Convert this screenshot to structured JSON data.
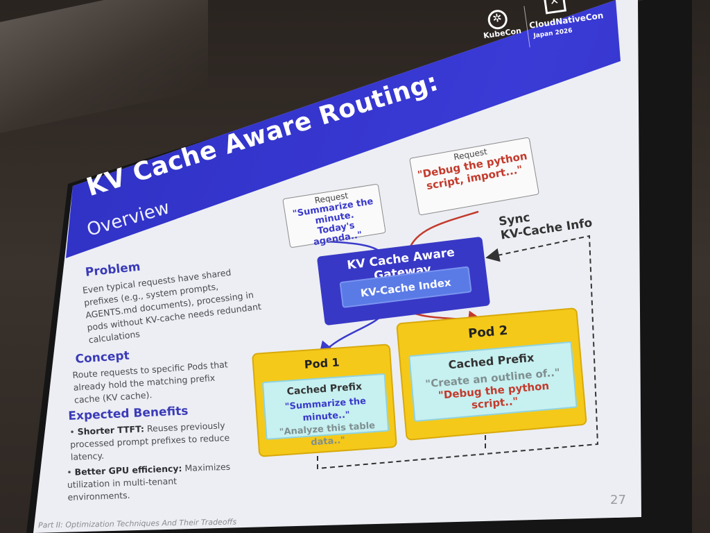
{
  "slide": {
    "title": "KV Cache Aware Routing:",
    "subtitle": "Overview",
    "page_number": "27",
    "footer": "Part II: Optimization Techniques And Their Tradeoffs"
  },
  "logos": {
    "kubecon": "KubeCon",
    "cloudnativecon": "CloudNativeCon",
    "event": "Japan 2026"
  },
  "problem": {
    "heading": "Problem",
    "text": "Even typical requests have shared prefixes (e.g., system prompts, AGENTS.md documents), processing in pods without KV-cache needs redundant calculations"
  },
  "concept": {
    "heading": "Concept",
    "text": "Route requests to specific Pods that already hold the matching prefix cache (KV cache)."
  },
  "benefits": {
    "heading": "Expected Benefits",
    "items": [
      {
        "label": "Shorter TTFT:",
        "text": "Reuses previously processed prompt prefixes to reduce latency."
      },
      {
        "label": "Better GPU efficiency:",
        "text": "Maximizes utilization in multi-tenant environments."
      }
    ]
  },
  "diagram": {
    "request1": {
      "label": "Request",
      "text_line1": "\"Summarize the minute.",
      "text_line2": "Today's agenda..\""
    },
    "request2": {
      "label": "Request",
      "text_line1": "\"Debug the python",
      "text_line2": "script, import...\""
    },
    "gateway": "KV Cache Aware Gateway",
    "index": "KV-Cache Index",
    "sync_line1": "Sync",
    "sync_line2": "KV-Cache Info",
    "pod1": {
      "name": "Pod 1",
      "cache_title": "Cached Prefix",
      "entry1": "\"Summarize the minute..\"",
      "entry2": "\"Analyze this table data..\""
    },
    "pod2": {
      "name": "Pod 2",
      "cache_title": "Cached Prefix",
      "entry1": "\"Create an outline of..\"",
      "entry2": "\"Debug the python script..\""
    },
    "colors": {
      "request1_arrow": "#3a3acb",
      "request2_arrow": "#c33a2c",
      "gateway": "#3838c6",
      "pod": "#f5c919"
    }
  }
}
